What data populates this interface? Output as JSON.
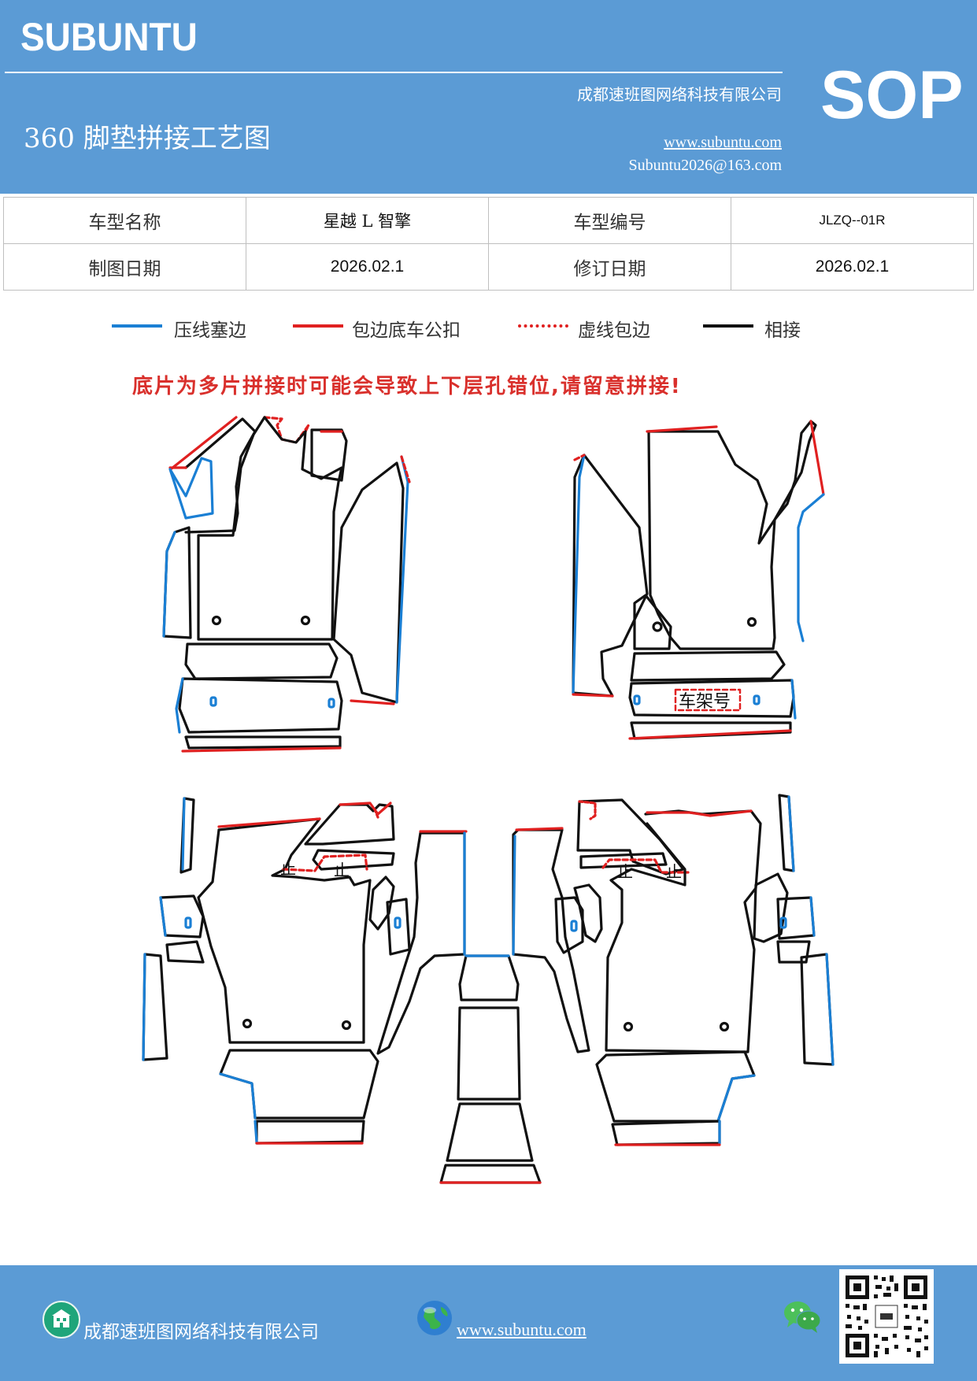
{
  "header": {
    "brand": "SUBUNTU",
    "company": "成都速班图网络科技有限公司",
    "title": "360 脚垫拼接工艺图",
    "website": "www.subuntu.com",
    "email": "Subuntu2026@163.com",
    "sop": "SOP"
  },
  "info": {
    "model_name_label": "车型名称",
    "model_name": "星越 L 智擎",
    "model_code_label": "车型编号",
    "model_code": "JLZQ--01R",
    "draw_date_label": "制图日期",
    "draw_date": "2026.02.1",
    "revise_date_label": "修订日期",
    "revise_date": "2026.02.1"
  },
  "legend": {
    "blue": "压线塞边",
    "red": "包边底车公扣",
    "dashed": "虚线包边",
    "black": "相接"
  },
  "colors": {
    "header_blue": "#5b9bd5",
    "line_blue": "#1a7fd4",
    "line_red": "#e02020",
    "line_black": "#111111"
  },
  "warning": "底片为多片拼接时可能会导致上下层孔错位,请留意拼接!",
  "diagram": {
    "frame_label": "车架号",
    "stop_mark": "止"
  },
  "footer": {
    "company": "成都速班图网络科技有限公司",
    "website": "www.subuntu.com"
  }
}
